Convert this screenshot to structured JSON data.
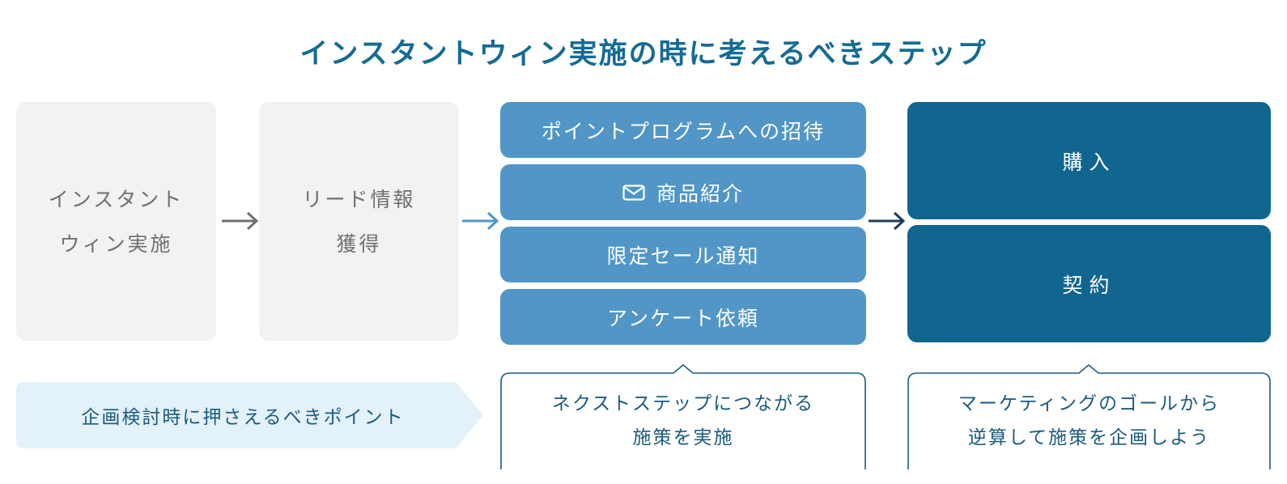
{
  "title": "インスタントウィン実施の時に考えるべきステップ",
  "steps": {
    "step1": {
      "line1": "インスタント",
      "line2": "ウィン実施"
    },
    "step2": {
      "line1": "リード情報",
      "line2": "獲得"
    },
    "next_steps": [
      "ポイントプログラムへの招待",
      "商品紹介",
      "限定セール通知",
      "アンケート依頼"
    ],
    "goals": [
      "購入",
      "契約"
    ]
  },
  "notes": {
    "point": "企画検討時に押さえるべきポイント",
    "next_step_note": {
      "line1": "ネクストステップにつながる",
      "line2": "施策を実施"
    },
    "goal_note": {
      "line1": "マーケティングのゴールから",
      "line2": "逆算して施策を企画しよう"
    }
  },
  "icons": {
    "next_step_2_icon": "mail-icon"
  },
  "colors": {
    "title": "#146b93",
    "gray_box": "#f2f2f2",
    "mid_box": "#5196c7",
    "dark_box": "#116690",
    "point_bg": "#e3f1f8"
  }
}
